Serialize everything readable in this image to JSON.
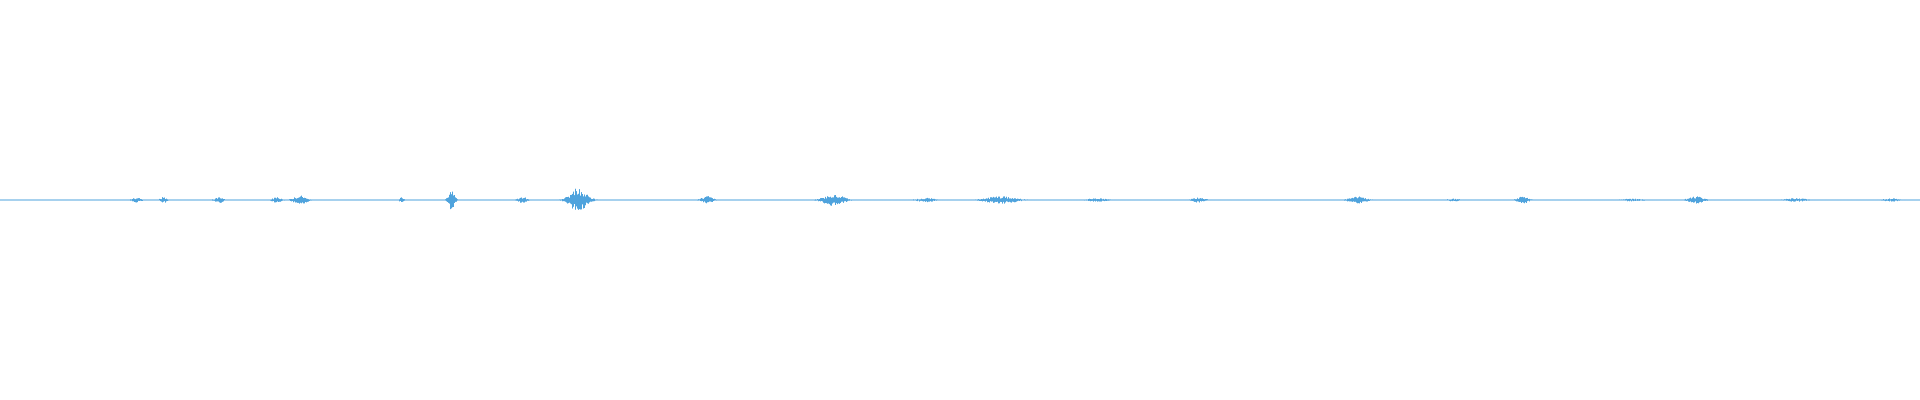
{
  "waveform": {
    "wave_color": "#4fa3dd",
    "background_color": "#ffffff",
    "bursts": [
      {
        "t": 0.071,
        "amp": 0.012,
        "w": 0.004
      },
      {
        "t": 0.085,
        "amp": 0.015,
        "w": 0.003
      },
      {
        "t": 0.114,
        "amp": 0.014,
        "w": 0.004
      },
      {
        "t": 0.144,
        "amp": 0.016,
        "w": 0.004
      },
      {
        "t": 0.156,
        "amp": 0.022,
        "w": 0.006
      },
      {
        "t": 0.209,
        "amp": 0.012,
        "w": 0.002
      },
      {
        "t": 0.235,
        "amp": 0.05,
        "w": 0.003
      },
      {
        "t": 0.272,
        "amp": 0.016,
        "w": 0.004
      },
      {
        "t": 0.301,
        "amp": 0.06,
        "w": 0.008
      },
      {
        "t": 0.368,
        "amp": 0.02,
        "w": 0.005
      },
      {
        "t": 0.434,
        "amp": 0.03,
        "w": 0.009
      },
      {
        "t": 0.482,
        "amp": 0.01,
        "w": 0.008
      },
      {
        "t": 0.521,
        "amp": 0.018,
        "w": 0.014
      },
      {
        "t": 0.571,
        "amp": 0.008,
        "w": 0.009
      },
      {
        "t": 0.624,
        "amp": 0.012,
        "w": 0.006
      },
      {
        "t": 0.707,
        "amp": 0.017,
        "w": 0.008
      },
      {
        "t": 0.757,
        "amp": 0.006,
        "w": 0.006
      },
      {
        "t": 0.793,
        "amp": 0.018,
        "w": 0.005
      },
      {
        "t": 0.85,
        "amp": 0.006,
        "w": 0.01
      },
      {
        "t": 0.883,
        "amp": 0.018,
        "w": 0.007
      },
      {
        "t": 0.935,
        "amp": 0.008,
        "w": 0.01
      },
      {
        "t": 0.985,
        "amp": 0.007,
        "w": 0.008
      }
    ]
  }
}
